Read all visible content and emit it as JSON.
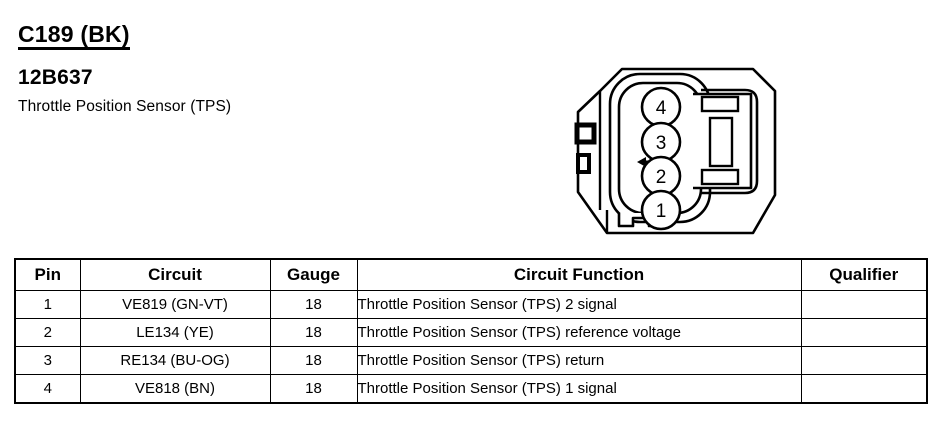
{
  "header": {
    "connector_id": "C189 (BK)",
    "part_number": "12B637",
    "component_name": "Throttle Position Sensor (TPS)"
  },
  "connector": {
    "pin_labels": [
      "4",
      "3",
      "2",
      "1"
    ],
    "keying_arrow": "alignment-arrow",
    "outline_color": "#000000"
  },
  "table": {
    "headers": {
      "pin": "Pin",
      "circuit": "Circuit",
      "gauge": "Gauge",
      "function": "Circuit Function",
      "qualifier": "Qualifier"
    },
    "rows": [
      {
        "pin": "1",
        "circuit": "VE819 (GN-VT)",
        "gauge": "18",
        "function": "Throttle Position Sensor (TPS) 2 signal",
        "qualifier": ""
      },
      {
        "pin": "2",
        "circuit": "LE134 (YE)",
        "gauge": "18",
        "function": "Throttle Position Sensor (TPS) reference voltage",
        "qualifier": ""
      },
      {
        "pin": "3",
        "circuit": "RE134 (BU-OG)",
        "gauge": "18",
        "function": "Throttle Position Sensor (TPS) return",
        "qualifier": ""
      },
      {
        "pin": "4",
        "circuit": "VE818 (BN)",
        "gauge": "18",
        "function": "Throttle Position Sensor (TPS) 1 signal",
        "qualifier": ""
      }
    ]
  }
}
